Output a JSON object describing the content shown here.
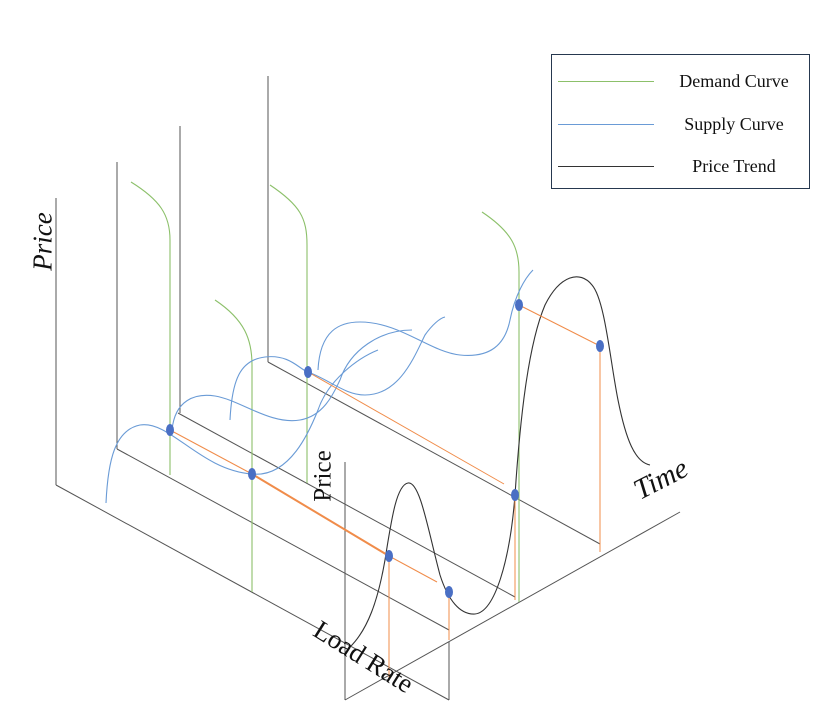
{
  "labels": {
    "price_axis_left": "Price",
    "price_axis_mid": "Price",
    "time_axis": "Time",
    "load_rate_axis": "Load Rate"
  },
  "legend": {
    "items": [
      {
        "label": "Demand Curve",
        "color": "#8cc06a"
      },
      {
        "label": "Supply Curve",
        "color": "#6a9bd6"
      },
      {
        "label": "Price Trend",
        "color": "#333333"
      }
    ]
  },
  "colors": {
    "axis": "#555555",
    "demand": "#8cc06a",
    "supply": "#6a9bd6",
    "price_trend": "#333333",
    "projection": "#f08c4a",
    "marker": "#4a6fc4"
  }
}
